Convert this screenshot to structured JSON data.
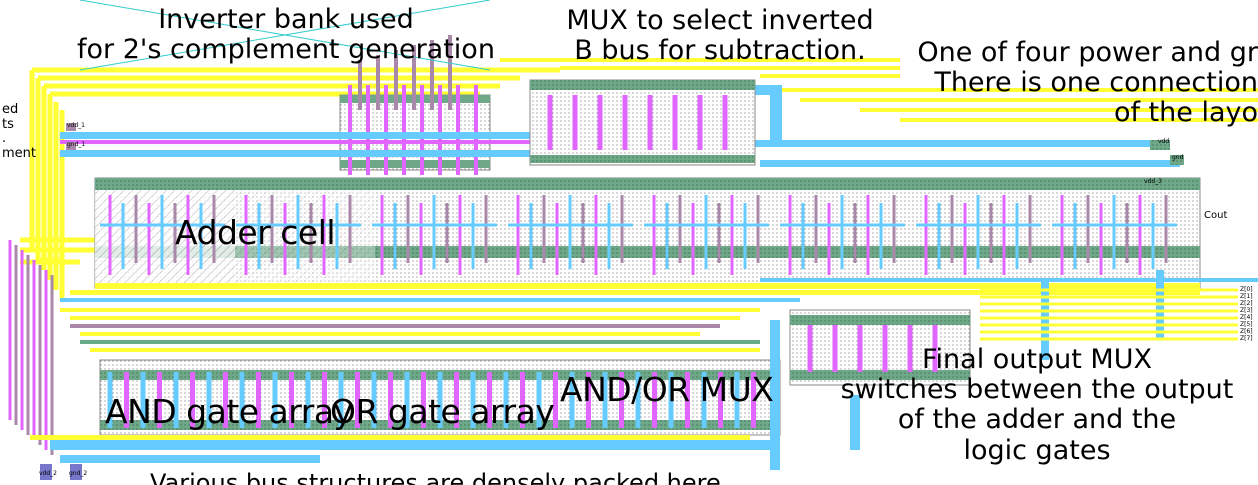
{
  "annotations": {
    "inverter": "Inverter bank used\nfor 2's complement generation",
    "mux_b": "MUX to select inverted\nB bus for subtraction.",
    "power": "One of four power and gr\nThere is one connection\nof the layo",
    "left_note": "ed\nts\n.\nment",
    "final_mux": "Final output MUX\nswitches between the output\nof the adder and the\nlogic gates",
    "bus": "Various bus structures are densely packed here"
  },
  "blocks": {
    "adder": "Adder cell",
    "and_gates": "AND gate array",
    "or_gates": "OR gate array",
    "and_or_mux": "AND/OR MUX"
  },
  "pins": {
    "vdd_1": "vdd_1",
    "gnd_1": "gnd_1",
    "vdd_top": "vdd",
    "gnd_top": "gnd",
    "vdd_3": "vdd_3",
    "cout": "Cout",
    "vdd_2": "vdd_2",
    "gnd_2": "gnd_2",
    "z_outputs": [
      "Z[0]",
      "Z[1]",
      "Z[2]",
      "Z[3]",
      "Z[4]",
      "Z[5]",
      "Z[6]",
      "Z[7]"
    ]
  },
  "colors": {
    "metal1": "#ffff33",
    "metal2": "#66ccff",
    "poly": "#e066ff",
    "diffusion": "#66aa88",
    "contact": "#aa88aa",
    "well": "#808080"
  }
}
